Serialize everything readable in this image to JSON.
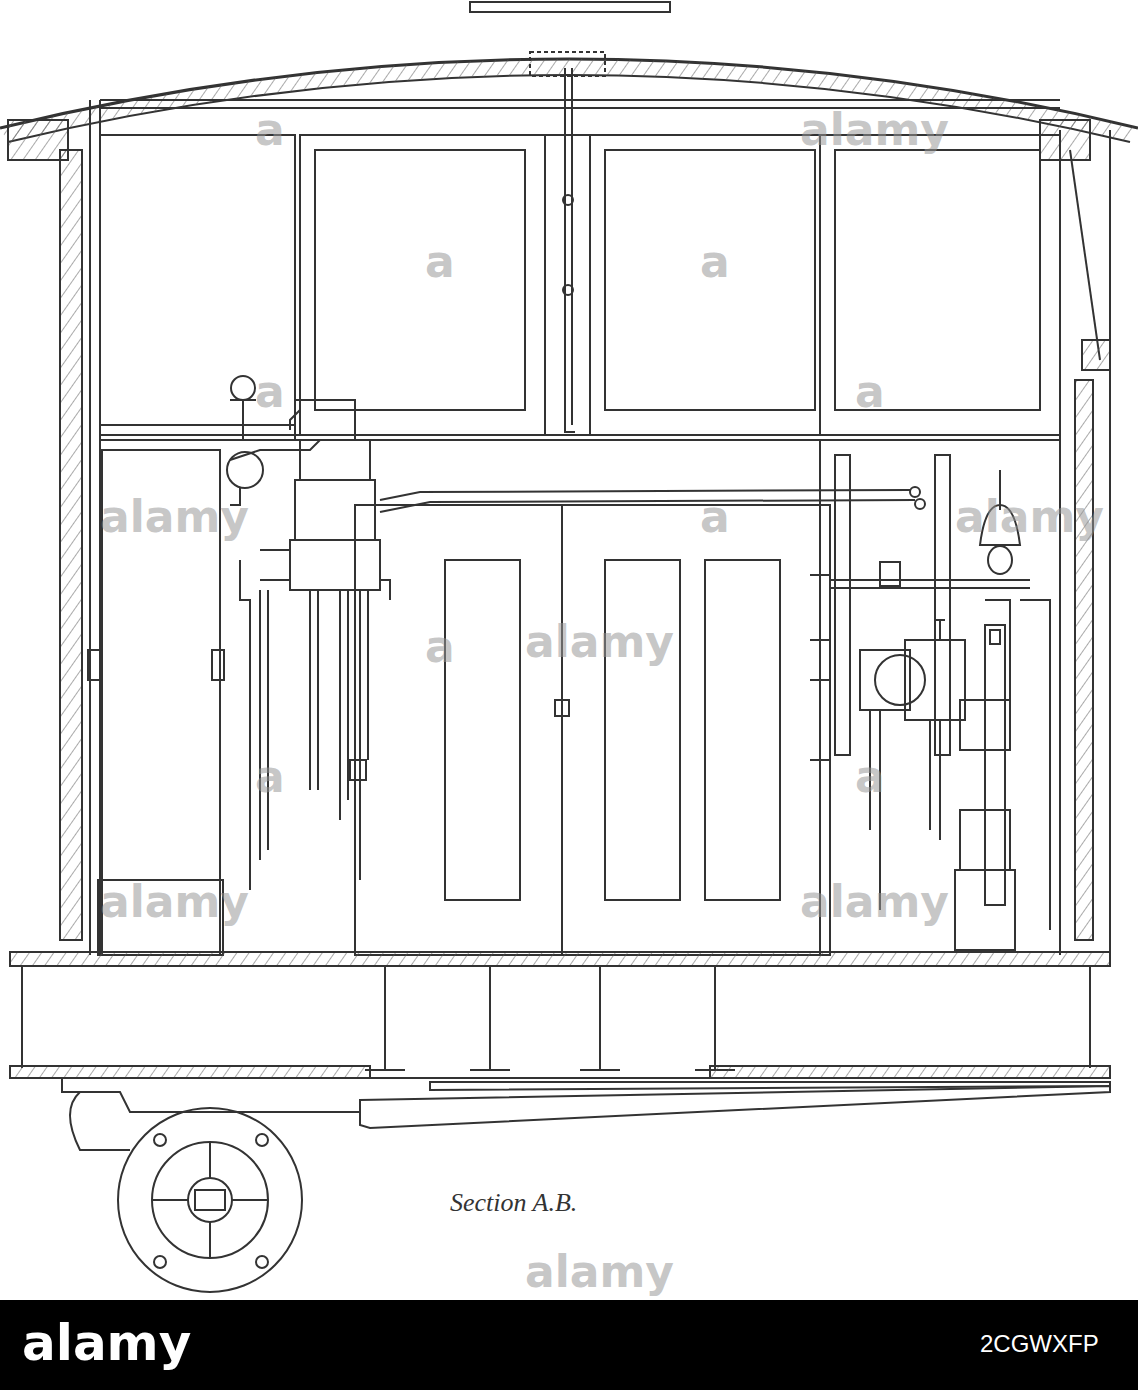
{
  "diagram": {
    "labels": [
      "Section A.B.",
      "alamy",
      "alamy",
      "alamy",
      "alamy",
      "alamy",
      "alamy",
      "alamy",
      "a",
      "a",
      "a",
      "a",
      "a",
      "a",
      "a",
      "a",
      "a",
      "alamy",
      "2CGWXFP"
    ]
  }
}
